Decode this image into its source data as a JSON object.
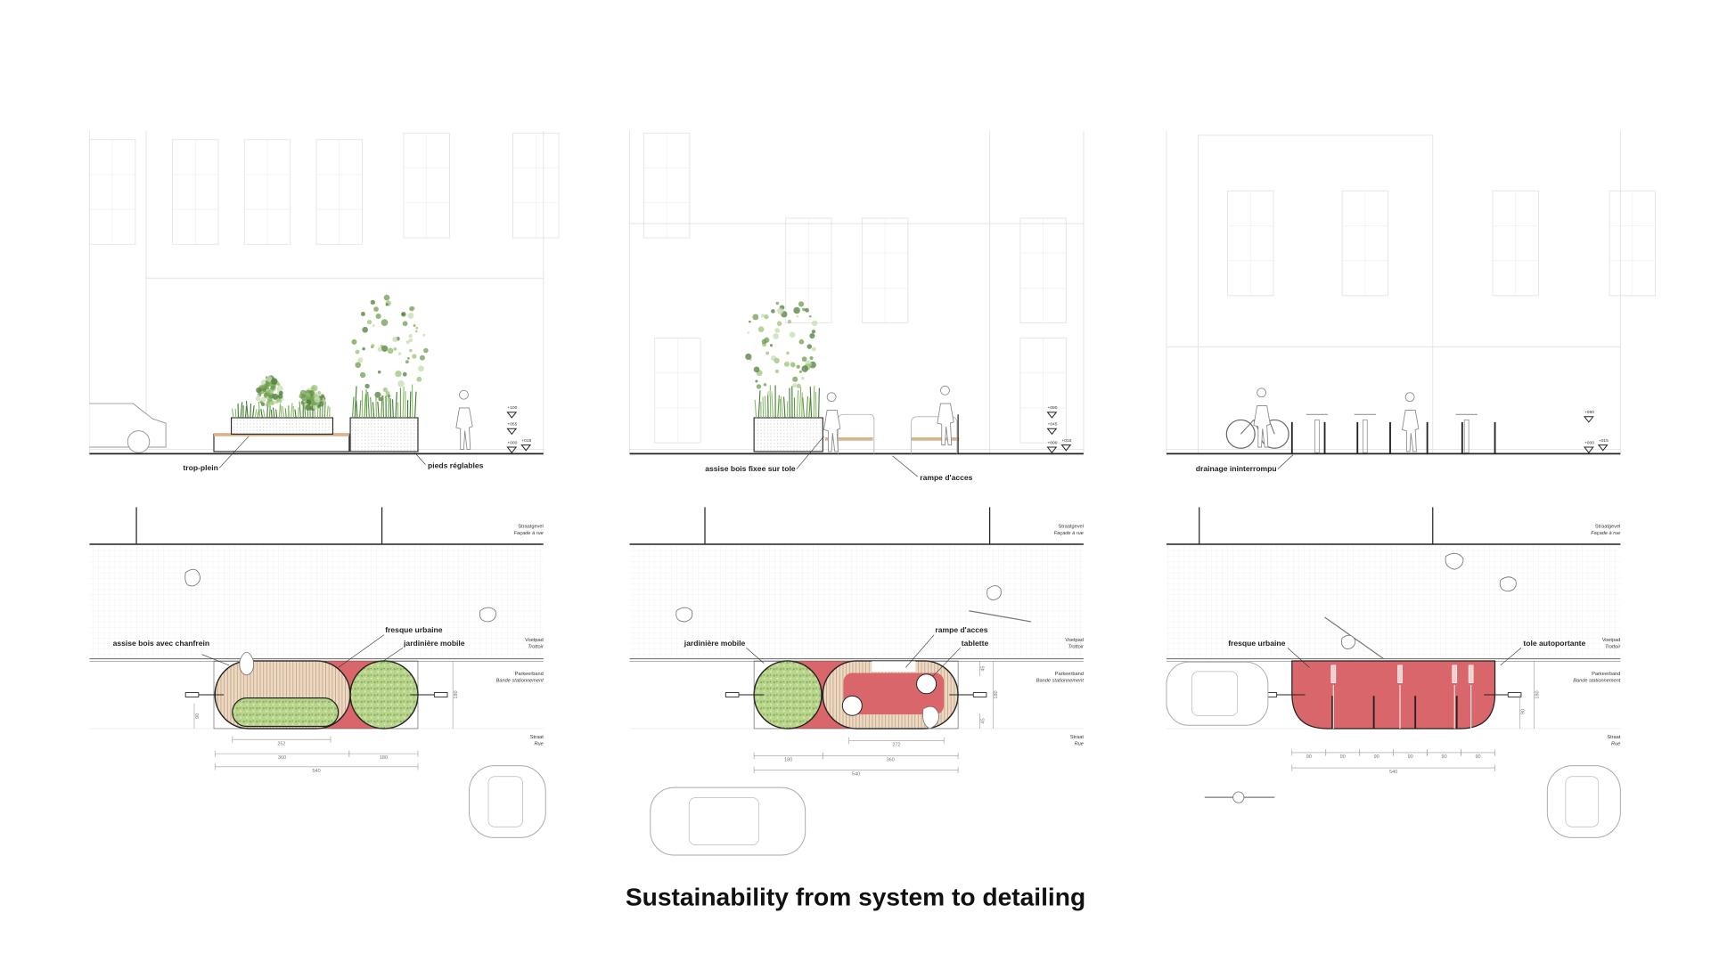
{
  "title": "Sustainability from system to detailing",
  "colors": {
    "fresco": "#d9666a",
    "wood": "#d8b48e",
    "plant": "#a9c97a",
    "line": "#222222",
    "faint": "#e3e3e3"
  },
  "zones": {
    "facade": [
      "Straatgevel",
      "Façade à rue"
    ],
    "sidewalk": [
      "Voetpad",
      "Trottoir"
    ],
    "parking": [
      "Parkeerband",
      "Bande stationnement"
    ],
    "street": [
      "Straat",
      "Rue"
    ]
  },
  "panels": [
    {
      "elevation_labels": [
        "trop-plein",
        "pieds réglables"
      ],
      "levels": [
        "+100",
        "+055",
        "+000",
        "+015"
      ],
      "plan_labels": [
        "assise bois avec chanfrein",
        "fresque urbaine",
        "jardinière mobile"
      ],
      "dims": {
        "inner": "252",
        "a": "360",
        "b": "180",
        "total": "540",
        "height": "180",
        "side": "90"
      }
    },
    {
      "elevation_labels": [
        "assise bois fixee sur tole",
        "rampe d'acces"
      ],
      "levels": [
        "+090",
        "+045",
        "+000",
        "+015"
      ],
      "plan_labels": [
        "jardinière mobile",
        "rampe d'acces",
        "tablette"
      ],
      "dims": {
        "inner": "272",
        "a": "180",
        "b": "360",
        "total": "540",
        "height": "180",
        "side": "45"
      }
    },
    {
      "elevation_labels": [
        "drainage ininterrompu"
      ],
      "levels": [
        "+090",
        "+000",
        "+015"
      ],
      "plan_labels": [
        "fresque urbaine",
        "tole autoportante"
      ],
      "dims": {
        "segments": [
          "90",
          "90",
          "90",
          "90",
          "90",
          "90"
        ],
        "total": "540",
        "height": "180",
        "side": "90"
      }
    }
  ]
}
